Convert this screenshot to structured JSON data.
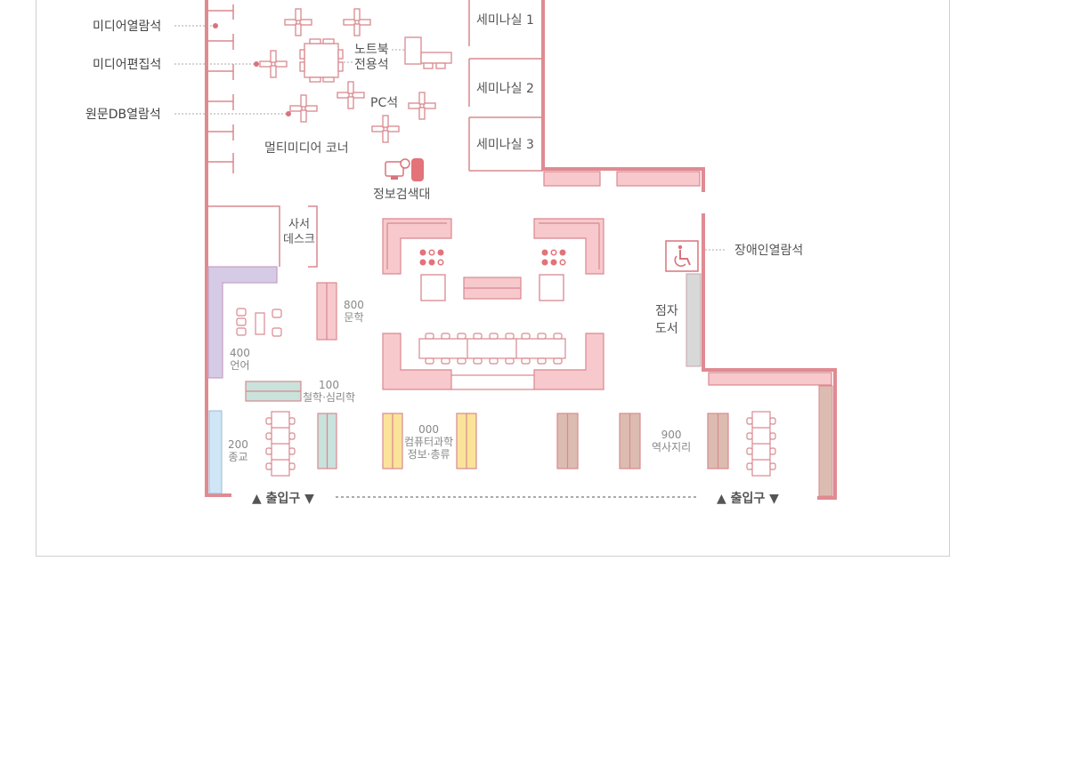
{
  "side_labels": {
    "media_view": "미디어열람석",
    "media_edit": "미디어편집석",
    "db_view": "원문DB열람석"
  },
  "zones": {
    "laptop_line1": "노트북",
    "laptop_line2": "전용석",
    "pc": "PC석",
    "multimedia_corner": "멀티미디어 코너",
    "info_search": "정보검색대",
    "librarian_line1": "사서",
    "librarian_line2": "데스크",
    "disabled_seat": "장애인열람석",
    "braille_line1": "점자",
    "braille_line2": "도서"
  },
  "seminar_rooms": [
    "세미나실 1",
    "세미나실 2",
    "세미나실 3"
  ],
  "shelves": {
    "s800_num": "800",
    "s800_name": "문학",
    "s400_num": "400",
    "s400_name": "언어",
    "s100_num": "100",
    "s100_name": "철학·심리학",
    "s200_num": "200",
    "s200_name": "종교",
    "s000_num": "000",
    "s000_name1": "컴퓨터과학",
    "s000_name2": "정보·총류",
    "s900_num": "900",
    "s900_name": "역사지리"
  },
  "entrances": [
    "▲ 출입구 ▼",
    "▲ 출입구 ▼"
  ],
  "colors": {
    "wall": "#e08a92",
    "line": "#d9898f",
    "pink_fill": "#f7c9cc",
    "lavender": "#d6cbe6",
    "teal": "#c9e2dc",
    "yellow": "#fbe39a",
    "tan": "#dcbcb0",
    "light_blue": "#cfe6f7",
    "gray": "#d8d8d8"
  }
}
